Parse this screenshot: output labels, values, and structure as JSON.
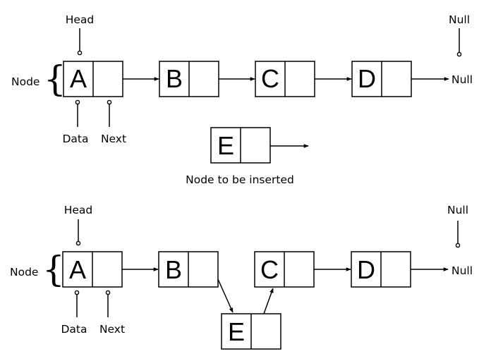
{
  "top_list": {
    "head_label": "Head",
    "null_label_top": "Null",
    "null_label_end": "Null",
    "node_label": "Node",
    "data_label": "Data",
    "next_label": "Next",
    "nodes": [
      "A",
      "B",
      "C",
      "D"
    ]
  },
  "insert_node": {
    "letter": "E",
    "caption": "Node to be inserted"
  },
  "bottom_list": {
    "head_label": "Head",
    "null_label_top": "Null",
    "null_label_end": "Null",
    "node_label": "Node",
    "data_label": "Data",
    "next_label": "Next",
    "nodes": [
      "A",
      "B",
      "C",
      "D",
      "E"
    ]
  }
}
